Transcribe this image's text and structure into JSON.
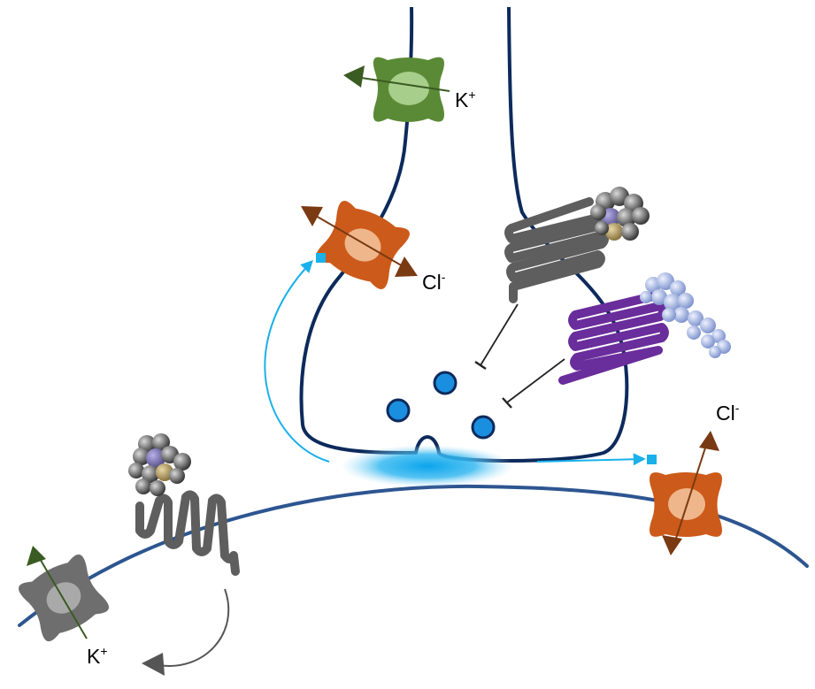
{
  "labels": {
    "k_top": {
      "base": "K",
      "sup": "+"
    },
    "cl_left": {
      "base": "Cl",
      "sup": "-"
    },
    "cl_right": {
      "base": "Cl",
      "sup": "-"
    },
    "k_bottom": {
      "base": "K",
      "sup": "+"
    }
  },
  "colors": {
    "membrane": "#0d2a5c",
    "postsynaptic_membrane": "#2d5590",
    "k_channel_green": "#5a8a35",
    "k_channel_green_light": "#a7cf8b",
    "k_arrow_dark_green": "#3a5b22",
    "cl_channel_orange": "#cc5a1a",
    "cl_channel_light": "#efb58b",
    "cl_arrow_brown": "#7a3a12",
    "gpcr_gray": "#5e5e5e",
    "gpcr_purple": "#6a2d9c",
    "vesicle_blue": "#1a8fe0",
    "transmitter_cyan": "#1ab0ea",
    "k_channel_gray": "#6e6e6e",
    "ligand_gray": "#4f4f4f",
    "peptide_blue": "#aab9e0"
  },
  "icons": [
    "potassium-channel-icon",
    "chloride-channel-icon",
    "gpcr-icon",
    "small-molecule-ligand-icon",
    "peptide-ligand-icon",
    "synaptic-vesicle-icon",
    "neurotransmitter-release-icon"
  ]
}
